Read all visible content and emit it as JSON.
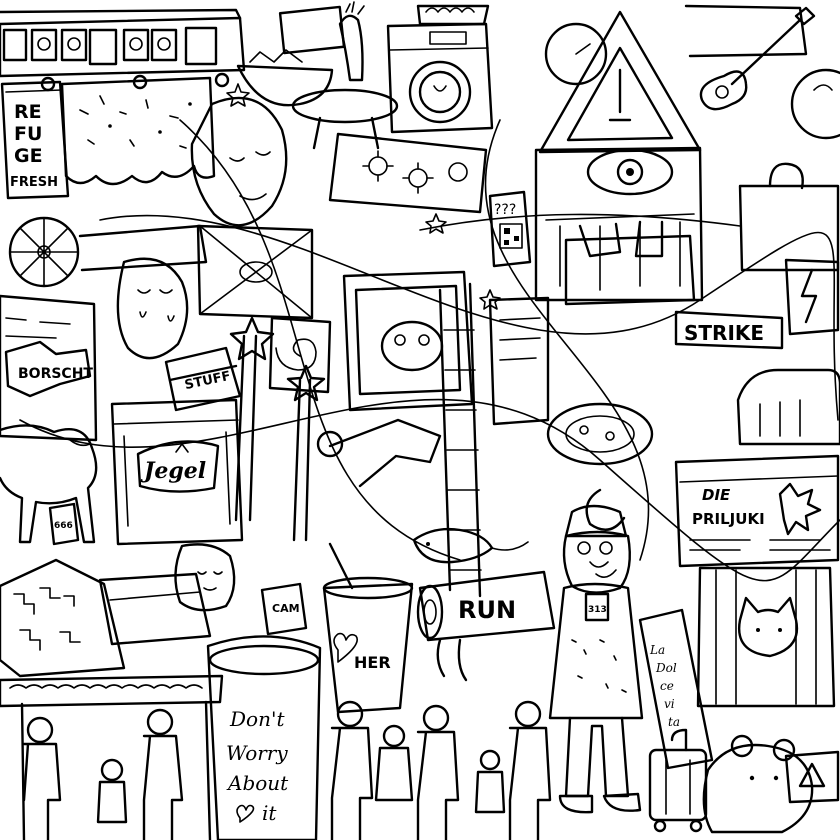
{
  "texts": {
    "refugee_can": [
      "RE",
      "FU",
      "GE",
      "FRESH"
    ],
    "question_tag": "???",
    "borscht": "BORSCHT",
    "stuff": "STUFF",
    "jegel": "Jegel",
    "strike": "STRIKE",
    "die": "DIE",
    "priljuki": "PRILJUKI",
    "tag_666": "666",
    "cam": "CAM",
    "run": "RUN",
    "her": "HER",
    "dont_worry": [
      "Don't",
      "Worry",
      "About",
      "it"
    ],
    "la_dolce_vita": [
      "La",
      "Dol",
      "ce",
      "vi",
      "ta"
    ],
    "badge_num": "313"
  }
}
